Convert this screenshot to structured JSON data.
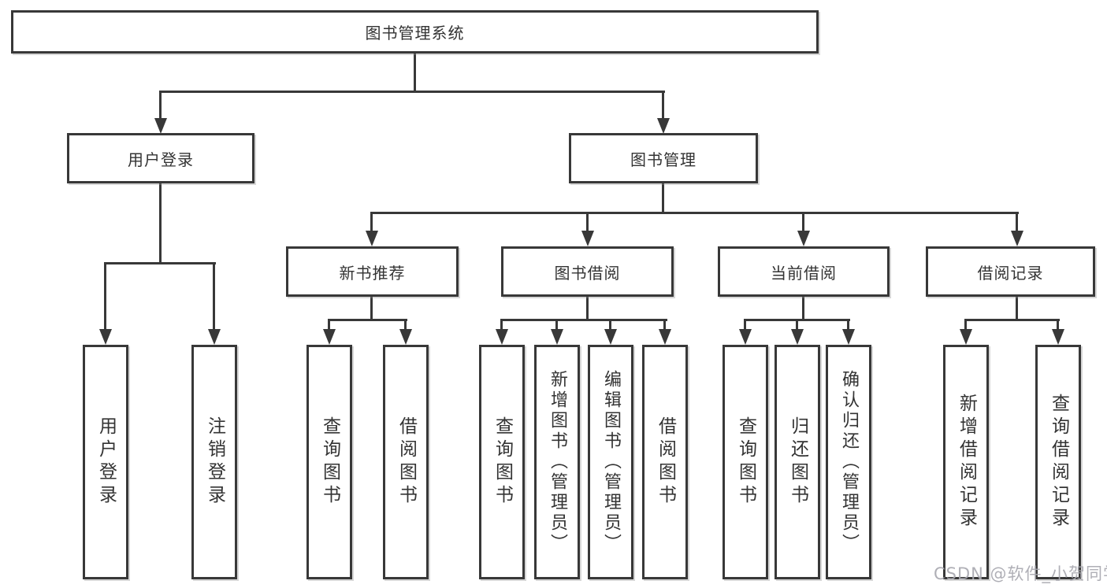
{
  "tree": {
    "label": "图书管理系统",
    "children": [
      {
        "label": "用户登录",
        "children": [
          {
            "label": "用户登录"
          },
          {
            "label": "注销登录"
          }
        ]
      },
      {
        "label": "图书管理",
        "children": [
          {
            "label": "新书推荐",
            "children": [
              {
                "label": "查询图书"
              },
              {
                "label": "借阅图书"
              }
            ]
          },
          {
            "label": "图书借阅",
            "children": [
              {
                "label": "查询图书"
              },
              {
                "label": "新增图书（管理员）"
              },
              {
                "label": "编辑图书（管理员）"
              },
              {
                "label": "借阅图书"
              }
            ]
          },
          {
            "label": "当前借阅",
            "children": [
              {
                "label": "查询图书"
              },
              {
                "label": "归还图书"
              },
              {
                "label": "确认归还（管理员）"
              }
            ]
          },
          {
            "label": "借阅记录",
            "children": [
              {
                "label": "新增借阅记录"
              },
              {
                "label": "查询借阅记录"
              }
            ]
          }
        ]
      }
    ]
  },
  "watermark": {
    "text": "CSDN @软件_小贺同学"
  },
  "colors": {
    "line": "#383838",
    "text": "#333333",
    "background": "#ffffff",
    "watermark": "#a8a8b0"
  }
}
